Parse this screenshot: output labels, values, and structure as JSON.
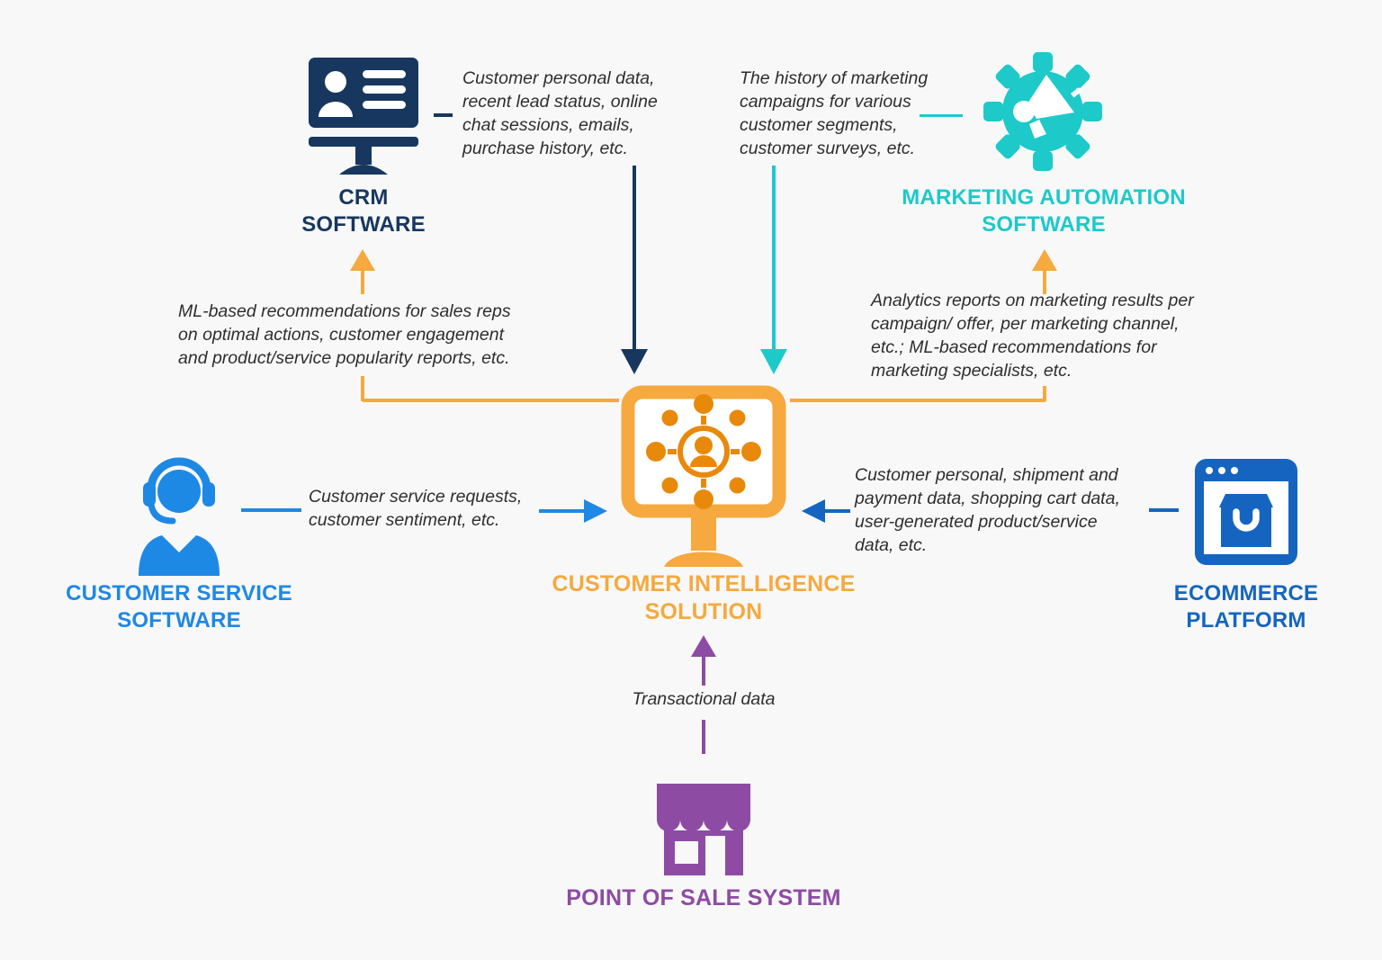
{
  "background": "#F8F8F8",
  "colors": {
    "crm_navy": "#17375E",
    "marketing_teal": "#1DC9C9",
    "service_blue": "#1E88E5",
    "ecommerce_blue": "#1565C0",
    "pos_purple": "#8E4BA4",
    "center_orange": "#F5A93F",
    "center_orange_dark": "#E8890B",
    "annotation_text": "#2E2E2E"
  },
  "center": {
    "icon": "customer-intelligence-monitor-icon",
    "label_line1": "CUSTOMER INTELLIGENCE",
    "label_line2": "SOLUTION"
  },
  "nodes": {
    "crm": {
      "icon": "crm-monitor-icon",
      "label_line1": "CRM",
      "label_line2": "SOFTWARE"
    },
    "marketing": {
      "icon": "marketing-gear-megaphone-icon",
      "label_line1": "MARKETING AUTOMATION",
      "label_line2": "SOFTWARE"
    },
    "customer_service": {
      "icon": "customer-service-agent-icon",
      "label_line1": "CUSTOMER SERVICE",
      "label_line2": "SOFTWARE"
    },
    "ecommerce": {
      "icon": "ecommerce-browser-bag-icon",
      "label_line1": "ECOMMERCE",
      "label_line2": "PLATFORM"
    },
    "pos": {
      "icon": "pos-store-icon",
      "label": "POINT OF SALE SYSTEM"
    }
  },
  "annotations": {
    "crm_to_center": "Customer personal data,\nrecent lead status, online\nchat sessions, emails,\npurchase history, etc.",
    "marketing_to_center": "The history of marketing\ncampaigns for various\ncustomer segments,\ncustomer surveys, etc.",
    "center_to_crm": "ML-based recommendations for sales reps\non optimal actions, customer engagement\nand product/service popularity reports, etc.",
    "center_to_marketing": "Analytics reports on marketing results per\ncampaign/ offer, per marketing channel,\netc.; ML-based recommendations for\nmarketing specialists, etc.",
    "service_to_center": "Customer service requests,\ncustomer sentiment, etc.",
    "ecommerce_to_center": "Customer personal, shipment and\npayment data, shopping cart data,\nuser-generated product/service\ndata, etc.",
    "pos_to_center": "Transactional data"
  }
}
